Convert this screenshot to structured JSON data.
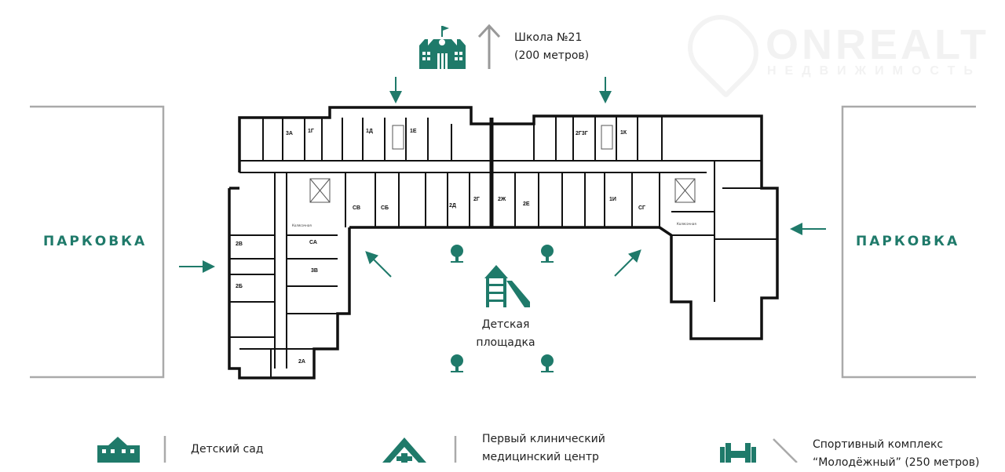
{
  "watermark": {
    "brand": "ONREALT",
    "tagline": "НЕДВИЖИМОСТЬ"
  },
  "colors": {
    "accent": "#1f7a6a",
    "walls": "#111111",
    "lines": "#aaaaaa"
  },
  "school": {
    "icon": "school-icon",
    "name": "Школа №21",
    "distance": "(200 метров)"
  },
  "parking_left": {
    "label": "ПАРКОВКА"
  },
  "parking_right": {
    "label": "ПАРКОВКА"
  },
  "playground": {
    "icon": "playground-slide-icon",
    "line1": "Детская",
    "line2": "площадка"
  },
  "apartments": [
    "3А",
    "1Г",
    "1Д",
    "1Е",
    "2Г3Г",
    "1К",
    "СВ",
    "СБ",
    "2Д",
    "2Г",
    "2Ж",
    "2Е",
    "1И",
    "СГ",
    "СА",
    "2В",
    "3В",
    "2Б",
    "2А"
  ],
  "rooms": {
    "stroller_left": "Колясочная",
    "stroller_right": "Колясочная"
  },
  "bottom": [
    {
      "icon": "kindergarten-icon",
      "line1": "Детский сад"
    },
    {
      "icon": "medical-cross-icon",
      "line1": "Первый клинический",
      "line2": "медицинский центр"
    },
    {
      "icon": "dumbbell-icon",
      "line1": "Спортивный комплекс",
      "line2": "“Молодёжный” (250 метров)"
    }
  ]
}
